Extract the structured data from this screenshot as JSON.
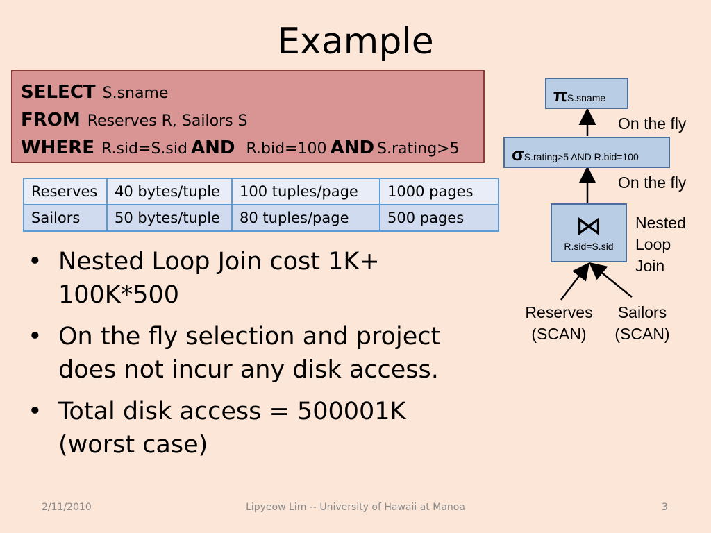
{
  "slide": {
    "title": "Example",
    "sql": {
      "select_kw": "SELECT",
      "select_arg": "S.sname",
      "from_kw": "FROM",
      "from_arg": "Reserves R, Sailors S",
      "where_kw": "WHERE",
      "where_arg1": "R.sid=S.sid",
      "and_kw1": "AND",
      "where_arg2": "R.bid=100",
      "and_kw2": "AND",
      "where_arg3": "S.rating>5"
    },
    "table": {
      "rows": [
        [
          "Reserves",
          "40 bytes/tuple",
          "100 tuples/page",
          "1000 pages"
        ],
        [
          "Sailors",
          "50 bytes/tuple",
          "80 tuples/page",
          "500 pages"
        ]
      ]
    },
    "bullets": [
      "Nested Loop Join cost 1K+ 100K*500",
      "On the fly selection and project does not incur any disk access.",
      "Total disk access = 500001K (worst case)"
    ],
    "bullet_char": "•",
    "plan": {
      "project_symbol": "π",
      "project_sub": "S.sname",
      "project_note": "On the fly",
      "select_symbol": "σ",
      "select_sub": "S.rating>5 AND R.bid=100",
      "select_note": "On the fly",
      "join_symbol": "⋈",
      "join_sub": "R.sid=S.sid",
      "join_note_1": "Nested",
      "join_note_2": "Loop",
      "join_note_3": "Join",
      "left_leaf_1": "Reserves",
      "left_leaf_2": "(SCAN)",
      "right_leaf_1": "Sailors",
      "right_leaf_2": "(SCAN)"
    },
    "footer": {
      "date": "2/11/2010",
      "author": "Lipyeow Lim -- University of Hawaii at Manoa",
      "page": "3"
    }
  }
}
